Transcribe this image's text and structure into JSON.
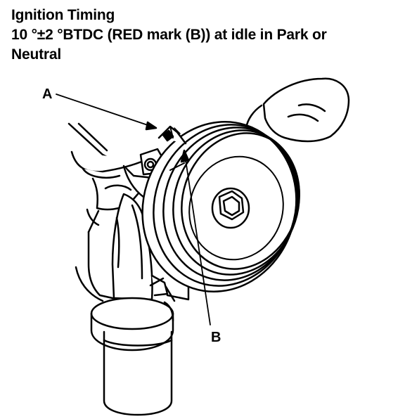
{
  "heading": {
    "line1": "Ignition Timing",
    "line2": "10 °±2 °BTDC (RED mark (B)) at idle in Park or",
    "line3": "Neutral"
  },
  "callouts": {
    "a": "A",
    "b": "B"
  },
  "colors": {
    "ink": "#000000",
    "paper": "#ffffff"
  }
}
